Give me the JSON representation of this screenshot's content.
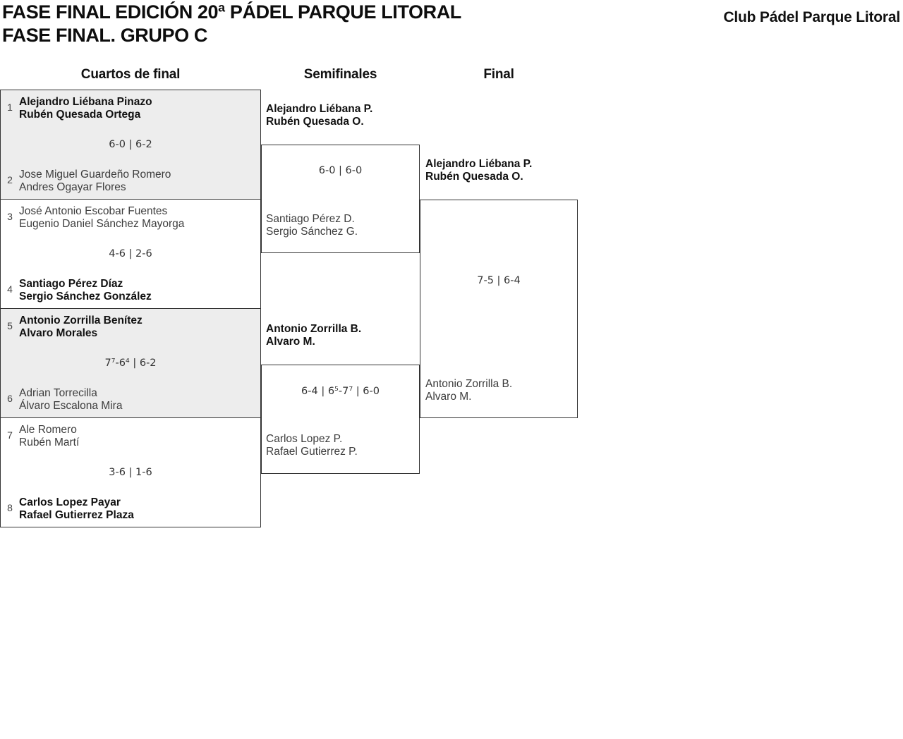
{
  "header": {
    "title_line1": "FASE FINAL EDICIÓN 20ª PÁDEL PARQUE LITORAL",
    "title_line2": "FASE FINAL. GRUPO C",
    "club_name": "Club Pádel Parque Litoral"
  },
  "rounds": {
    "quarterfinals_label": "Cuartos de final",
    "semifinals_label": "Semifinales",
    "final_label": "Final"
  },
  "colors": {
    "line": "#333333",
    "shaded_block": "#ededed",
    "winner_text": "#111111",
    "loser_text": "#3d3d3d"
  },
  "quarterfinals": [
    {
      "seed_top": "1",
      "team_top_line1": "Alejandro Liébana Pinazo",
      "team_top_line2": "Rubén Quesada Ortega",
      "winner": "top",
      "score": "6-0 | 6-2",
      "seed_bottom": "2",
      "team_bottom_line1": "Jose Miguel Guardeño Romero",
      "team_bottom_line2": "Andres Ogayar Flores"
    },
    {
      "seed_top": "3",
      "team_top_line1": "José Antonio Escobar Fuentes",
      "team_top_line2": "Eugenio Daniel Sánchez Mayorga",
      "winner": "bottom",
      "score": "4-6 | 2-6",
      "seed_bottom": "4",
      "team_bottom_line1": "Santiago Pérez Díaz",
      "team_bottom_line2": "Sergio Sánchez González"
    },
    {
      "seed_top": "5",
      "team_top_line1": "Antonio Zorrilla Benítez",
      "team_top_line2": "Alvaro Morales",
      "winner": "top",
      "score": "7⁷-6⁴ | 6-2",
      "seed_bottom": "6",
      "team_bottom_line1": "Adrian Torrecilla",
      "team_bottom_line2": "Álvaro Escalona Mira"
    },
    {
      "seed_top": "7",
      "team_top_line1": "Ale Romero",
      "team_top_line2": "Rubén Martí",
      "winner": "bottom",
      "score": "3-6 | 1-6",
      "seed_bottom": "8",
      "team_bottom_line1": "Carlos Lopez Payar",
      "team_bottom_line2": "Rafael Gutierrez Plaza"
    }
  ],
  "semifinals": [
    {
      "team_top_line1": "Alejandro Liébana P.",
      "team_top_line2": "Rubén Quesada O.",
      "winner": "top",
      "score": "6-0 | 6-0",
      "team_bottom_line1": "Santiago Pérez D.",
      "team_bottom_line2": "Sergio Sánchez G."
    },
    {
      "team_top_line1": "Antonio Zorrilla B.",
      "team_top_line2": "Alvaro M.",
      "winner": "top",
      "score": "6-4 | 6⁵-7⁷ | 6-0",
      "team_bottom_line1": "Carlos Lopez P.",
      "team_bottom_line2": "Rafael Gutierrez P."
    }
  ],
  "final": {
    "team_top_line1": "Alejandro Liébana P.",
    "team_top_line2": "Rubén Quesada O.",
    "winner": "top",
    "score": "7-5 | 6-4",
    "team_bottom_line1": "Antonio Zorrilla B.",
    "team_bottom_line2": "Alvaro M."
  }
}
